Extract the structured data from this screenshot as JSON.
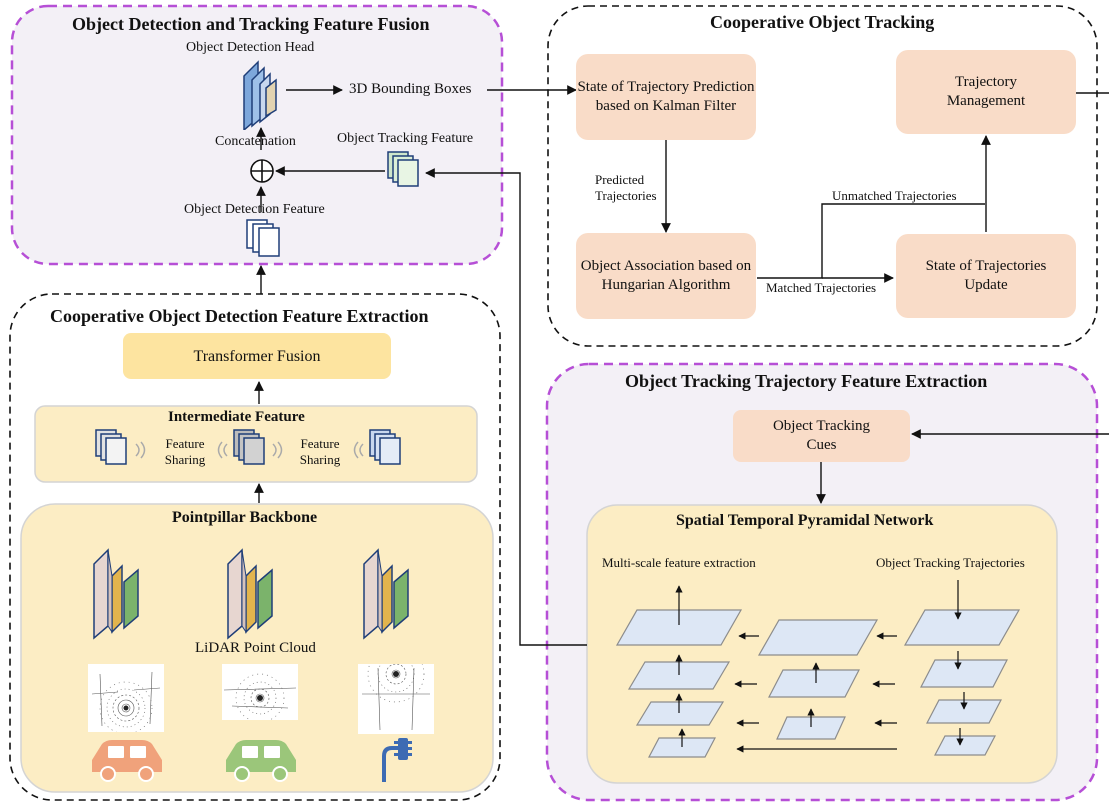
{
  "detection_tracking_fusion": {
    "title": "Object Detection and Tracking Feature Fusion",
    "detection_head": "Object Detection Head",
    "bounding_boxes": "3D Bounding Boxes",
    "concatenation": "Concatenation",
    "tracking_feature": "Object Tracking Feature",
    "detection_feature": "Object Detection Feature"
  },
  "cooperative_tracking": {
    "title": "Cooperative Object Tracking",
    "kalman": "State of Trajectory Prediction based on Kalman Filter",
    "predicted": "Predicted Trajectories",
    "hungarian": "Object Association based on Hungarian Algorithm",
    "unmatched": "Unmatched Trajectories",
    "matched": "Matched Trajectories",
    "management": "Trajectory Management",
    "update": "State of Trajectories Update"
  },
  "cooperative_detection": {
    "title": "Cooperative Object Detection Feature Extraction",
    "transformer": "Transformer Fusion",
    "intermediate": "Intermediate Feature",
    "sharing_1": "Feature Sharing",
    "sharing_2": "Feature Sharing",
    "backbone": "Pointpillar Backbone",
    "lidar": "LiDAR Point Cloud"
  },
  "trajectory_extraction": {
    "title": "Object Tracking Trajectory Feature Extraction",
    "cues": "Object Tracking Cues",
    "stpn": "Spatial Temporal Pyramidal Network",
    "multiscale": "Multi-scale feature extraction",
    "trajectories": "Object Tracking Trajectories"
  },
  "icons": [
    "feature-map-stack-icon",
    "car-icon",
    "traffic-light-icon",
    "lidar-point-cloud-image",
    "wireless-signal-icon"
  ],
  "colors": {
    "purple_dash": "#b64fd6",
    "peach": "#f9dcc8",
    "yellow_panel": "#fcedc4",
    "transformer_fill": "#fde4a0",
    "plane_fill": "#dde7f5",
    "car_orange": "#f0a27b",
    "car_green": "#9bc67a",
    "light_blue": "#3d6bb3"
  }
}
